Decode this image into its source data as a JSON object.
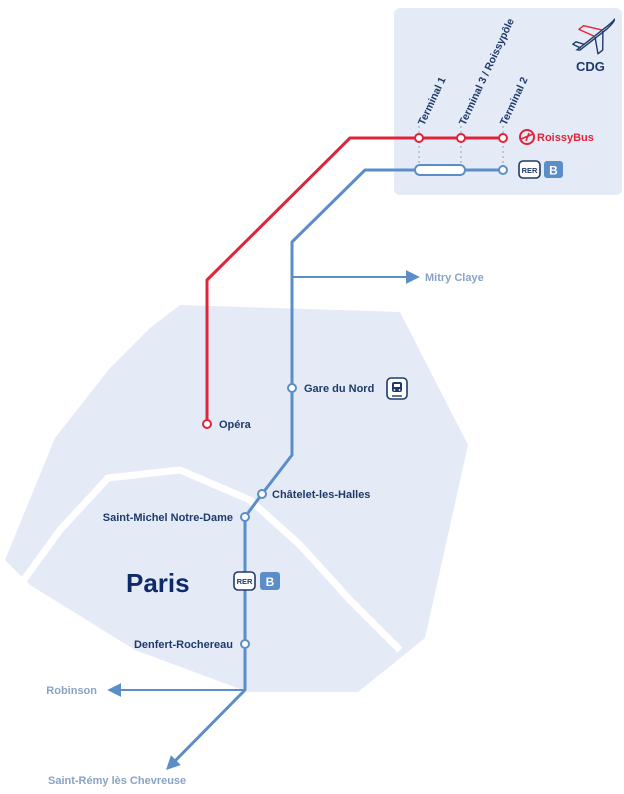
{
  "airport": {
    "code": "CDG",
    "icon": "airplane-icon"
  },
  "terminals": [
    "Terminal 1",
    "Terminal 3 / Roissypôle",
    "Terminal 2"
  ],
  "bus": {
    "name": "RoissyBus",
    "color": "#e0243a",
    "icon": "roissybus-logo-icon"
  },
  "rer": {
    "network": "RER",
    "line": "B",
    "color": "#5b8ec9",
    "icon": "rer-icon"
  },
  "city": {
    "name": "Paris"
  },
  "stations": {
    "opera": "Opéra",
    "gare_du_nord": "Gare du Nord",
    "chatelet": "Châtelet-les-Halles",
    "saint_michel": "Saint-Michel Notre-Dame",
    "denfert": "Denfert-Rochereau"
  },
  "branches": {
    "mitry": "Mitry Claye",
    "robinson": "Robinson",
    "saint_remy": "Saint-Rémy lès Chevreuse"
  },
  "icons": {
    "train": "train-icon"
  }
}
